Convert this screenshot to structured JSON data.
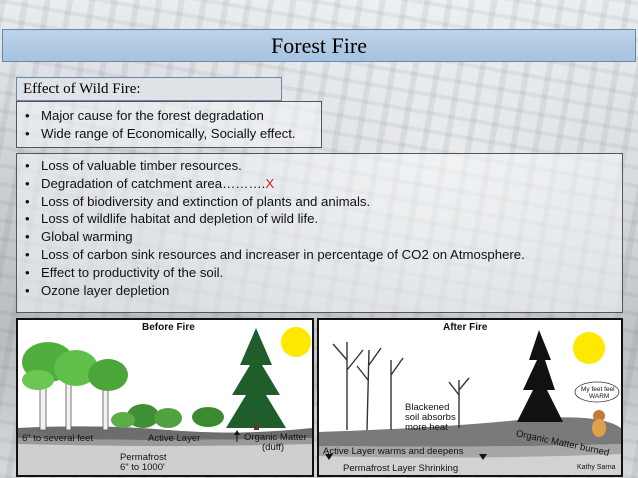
{
  "slide": {
    "title": "Forest Fire",
    "effect_label": "Effect of Wild Fire:",
    "summary_bullets": [
      "Major cause for the forest degradation",
      "Wide range of Economically, Socially effect."
    ],
    "effect_bullets": [
      "Loss of valuable timber resources.",
      "Degradation of catchment area……….",
      "Loss of biodiversity and extinction of plants and animals.",
      "Loss of wildlife habitat and depletion of wild life.",
      "Global warming",
      "Loss of carbon sink resources and increaser in percentage of CO2 on Atmosphere.",
      "Effect to productivity of the soil.",
      "Ozone layer depletion"
    ],
    "catchment_mark": "X"
  },
  "diagram_before": {
    "heading": "Before Fire",
    "depth_label": "6\" to several feet",
    "active_layer": "Active Layer",
    "organic_matter": "Organic Matter",
    "duff": "(duff)",
    "permafrost": "Permafrost",
    "permafrost_depth": "6\" to 1000'"
  },
  "diagram_after": {
    "heading": "After Fire",
    "blackened_1": "Blackened",
    "blackened_2": "soil absorbs",
    "blackened_3": "more heat",
    "active_layer": "Active Layer warms and deepens",
    "permafrost": "Permafrost Layer Shrinking",
    "organic": "Organic Matter burned",
    "speech_1": "My feet feel",
    "speech_2": "WARM",
    "credit": "Kathy Sarna"
  },
  "colors": {
    "title_bar": "#a7c3e0",
    "catchment_mark": "#e21c1c",
    "sun": "#ffe800"
  }
}
